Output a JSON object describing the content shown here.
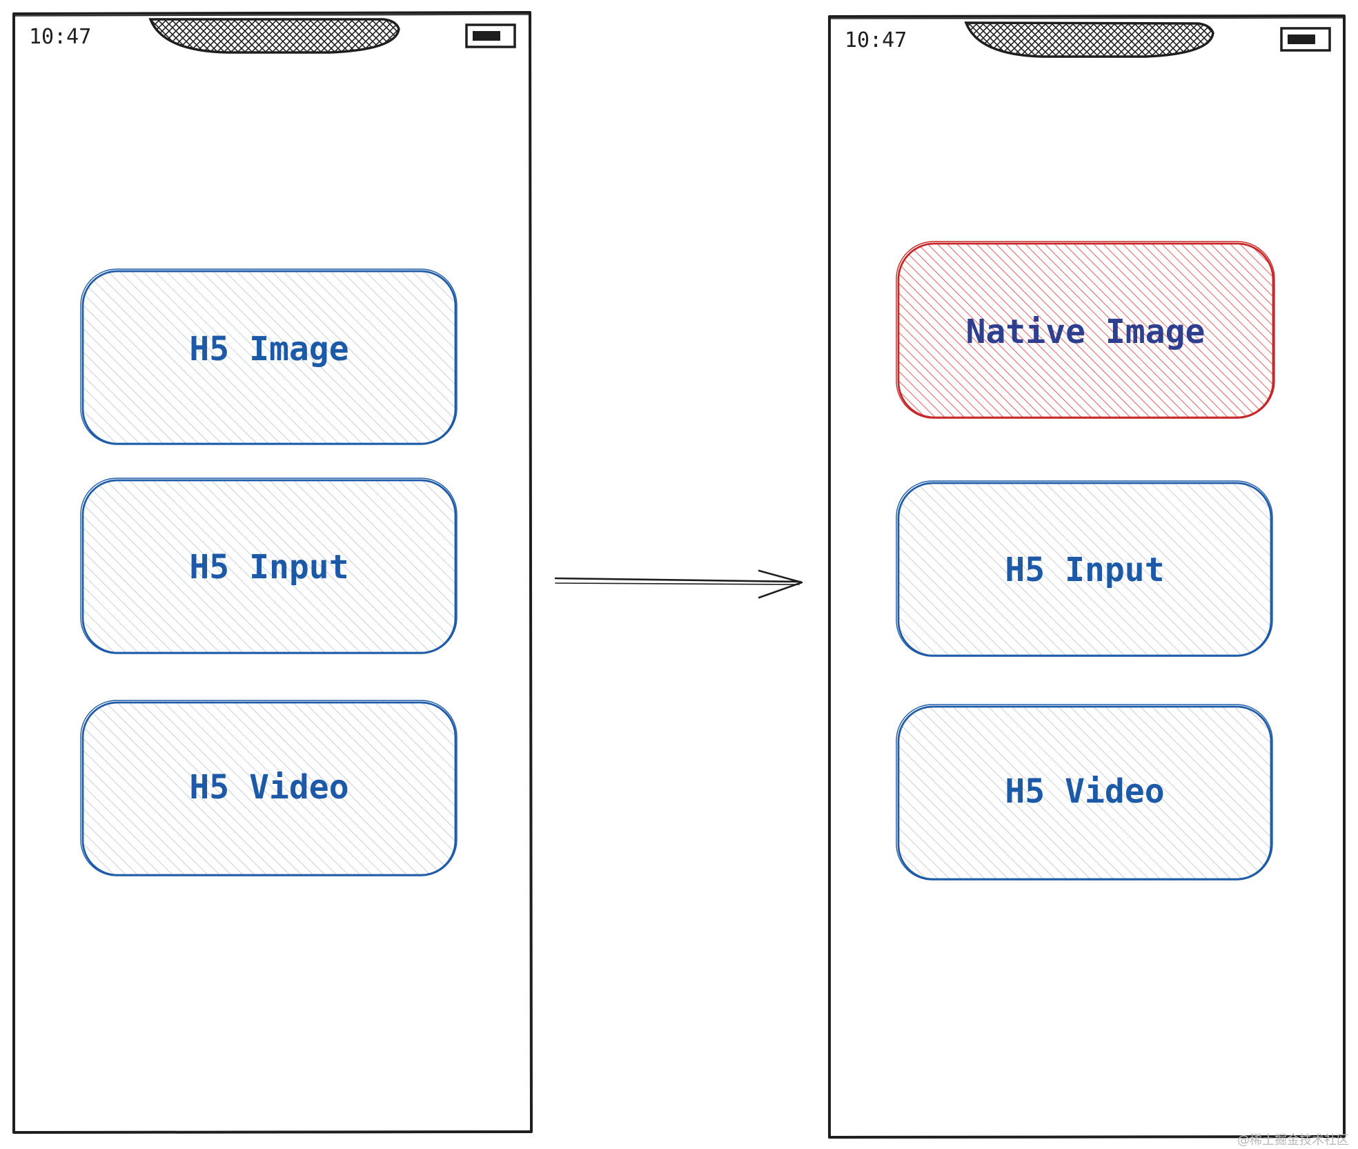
{
  "colors": {
    "stroke_dark": "#1e1e1e",
    "box_stroke_blue": "#1f5ca8",
    "box_fill_blue": "#d9dde3",
    "box_stroke_red": "#c62828",
    "box_fill_red": "#e86a6a",
    "label_blue": "#1c5aa8",
    "label_navy": "#2f3f8f"
  },
  "left_phone": {
    "status_time": "10:47",
    "boxes": [
      {
        "label": "H5 Image",
        "variant": "h5"
      },
      {
        "label": "H5 Input",
        "variant": "h5"
      },
      {
        "label": "H5 Video",
        "variant": "h5"
      }
    ]
  },
  "right_phone": {
    "status_time": "10:47",
    "boxes": [
      {
        "label": "Native Image",
        "variant": "native"
      },
      {
        "label": "H5 Input",
        "variant": "h5"
      },
      {
        "label": "H5 Video",
        "variant": "h5"
      }
    ]
  },
  "transition_arrow": {
    "icon": "arrow-right-icon"
  },
  "watermark": "@稀土掘金技术社区"
}
